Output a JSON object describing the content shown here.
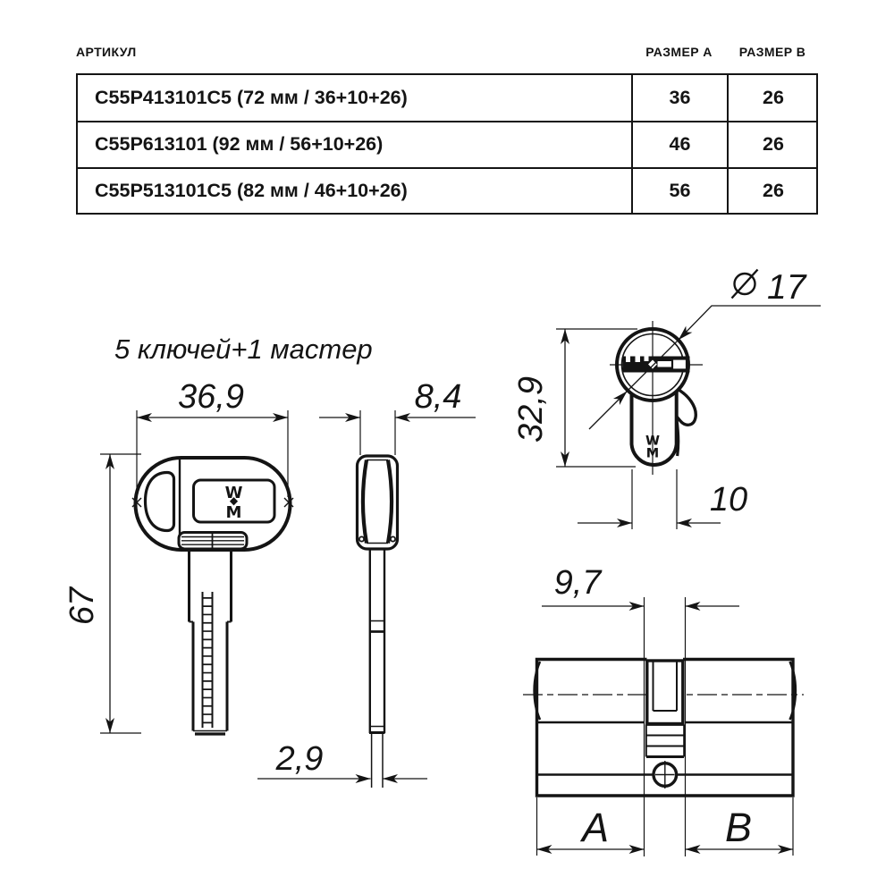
{
  "table": {
    "headers": {
      "article": "АРТИКУЛ",
      "size_a": "РАЗМЕР А",
      "size_b": "РАЗМЕР В"
    },
    "rows": [
      {
        "article": "C55P413101C5 (72 мм / 36+10+26)",
        "size_a": "36",
        "size_b": "26"
      },
      {
        "article": "C55P613101 (92 мм / 56+10+26)",
        "size_a": "46",
        "size_b": "26"
      },
      {
        "article": "C55P513101C5 (82 мм / 46+10+26)",
        "size_a": "56",
        "size_b": "26"
      }
    ]
  },
  "drawing": {
    "caption": "5 ключей+1 мастер",
    "key_front": {
      "width": "36,9",
      "length": "67"
    },
    "key_side": {
      "thickness": "8,4",
      "blade_thickness": "2,9"
    },
    "cylinder_face": {
      "height": "32,9",
      "diameter": "17",
      "body_width": "10"
    },
    "cylinder_side": {
      "cam_width": "9,7",
      "dim_a": "A",
      "dim_b": "B"
    },
    "emblem": {
      "top": "W",
      "bottom": "M"
    },
    "colors": {
      "line": "#141414"
    }
  }
}
